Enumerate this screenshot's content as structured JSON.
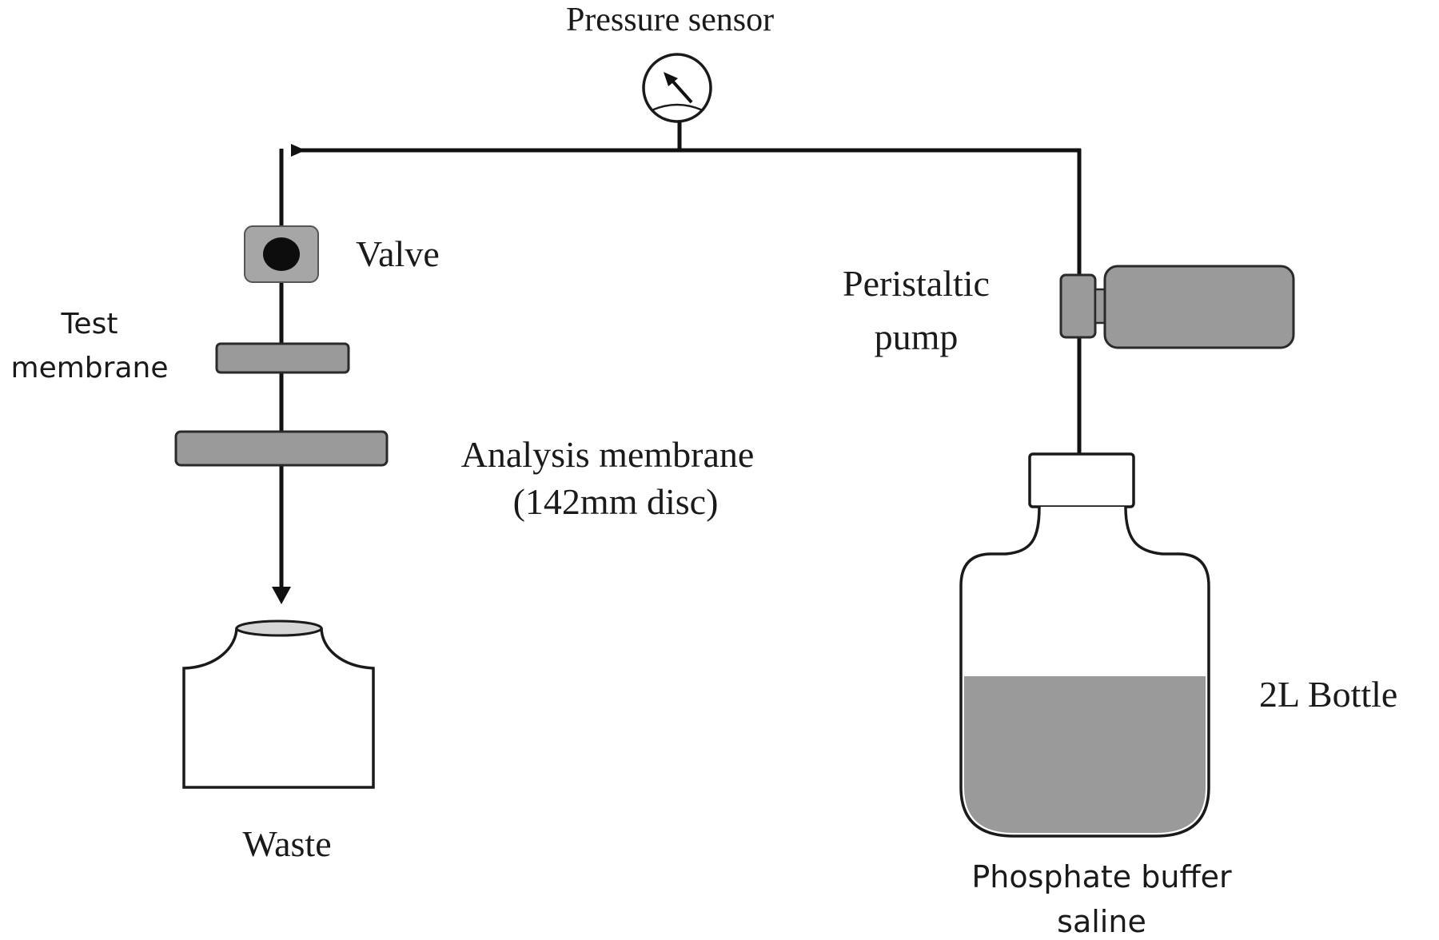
{
  "labels": {
    "pressure_sensor": "Pressure sensor",
    "valve": "Valve",
    "test_membrane_line1": "Test",
    "test_membrane_line2": "membrane",
    "analysis_membrane_line1": "Analysis membrane",
    "analysis_membrane_line2": "(142mm disc)",
    "peristaltic_pump_line1": "Peristaltic",
    "peristaltic_pump_line2": "pump",
    "bottle": "2L Bottle",
    "waste": "Waste",
    "pbs_line1": "Phosphate buffer",
    "pbs_line2": "saline"
  },
  "colors": {
    "component_fill": "#9a9a9a",
    "liquid_fill": "#9a9a9a",
    "line": "#111111",
    "background": "#ffffff"
  }
}
